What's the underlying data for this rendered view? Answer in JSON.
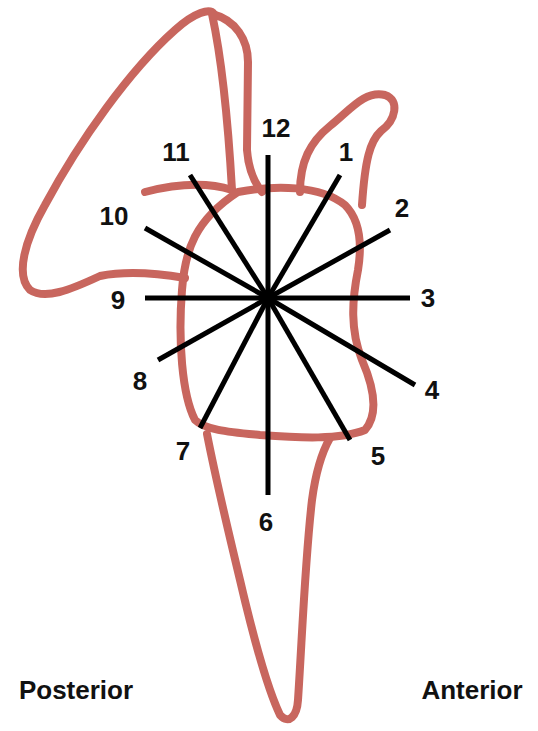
{
  "diagram": {
    "labels": [
      "12",
      "1",
      "2",
      "3",
      "4",
      "5",
      "6",
      "7",
      "8",
      "9",
      "10",
      "11",
      "Posterior",
      "Anterior"
    ]
  }
}
